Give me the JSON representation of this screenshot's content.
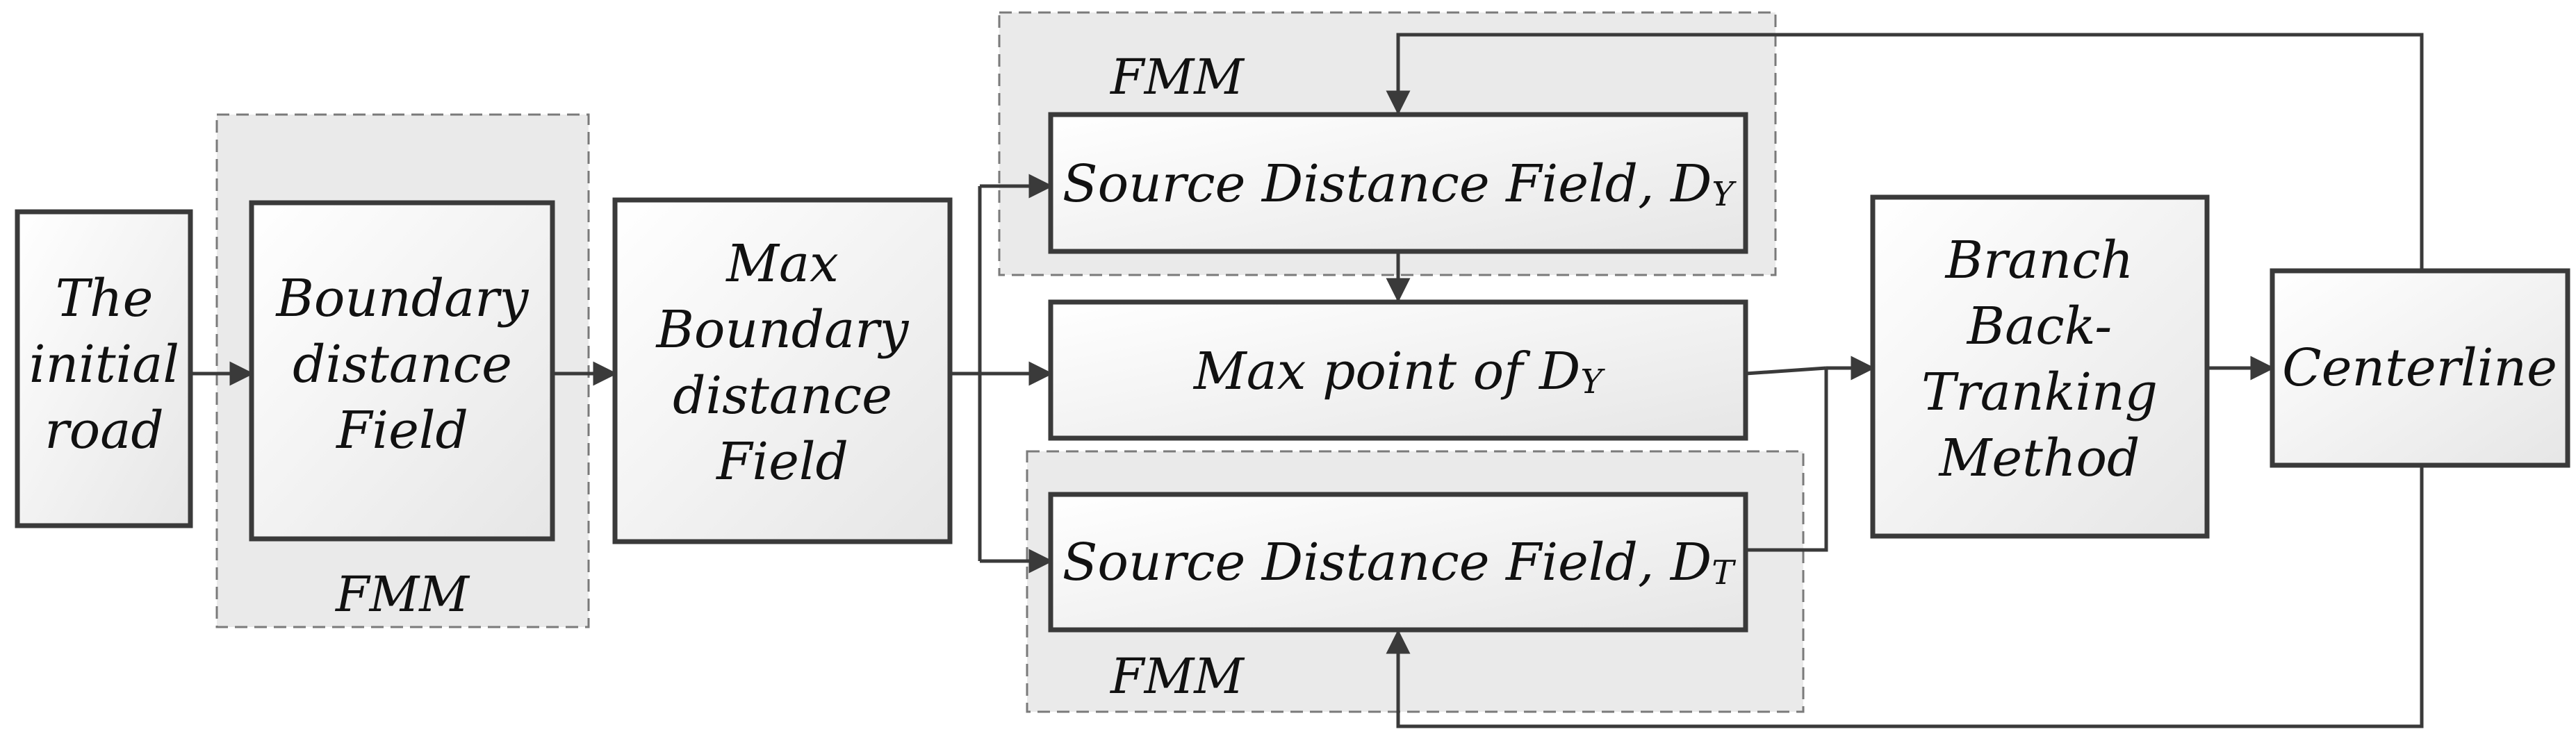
{
  "diagram": {
    "nodes": {
      "initial_road": [
        "The",
        "initial",
        "road"
      ],
      "boundary_field": [
        "Boundary",
        "distance",
        "Field"
      ],
      "max_boundary_field": [
        "Max",
        "Boundary",
        "distance",
        "Field"
      ],
      "source_field_y": {
        "text": "Source Distance Field, D",
        "sub": "Y"
      },
      "max_point": {
        "text": "Max point of D",
        "sub": "Y"
      },
      "source_field_t": {
        "text": "Source Distance Field, D",
        "sub": "T"
      },
      "branch_method": [
        "Branch",
        "Back-",
        "Tranking",
        "Method"
      ],
      "centerline": "Centerline"
    },
    "groups": {
      "fmm_left": "FMM",
      "fmm_top": "FMM",
      "fmm_bottom": "FMM"
    }
  }
}
